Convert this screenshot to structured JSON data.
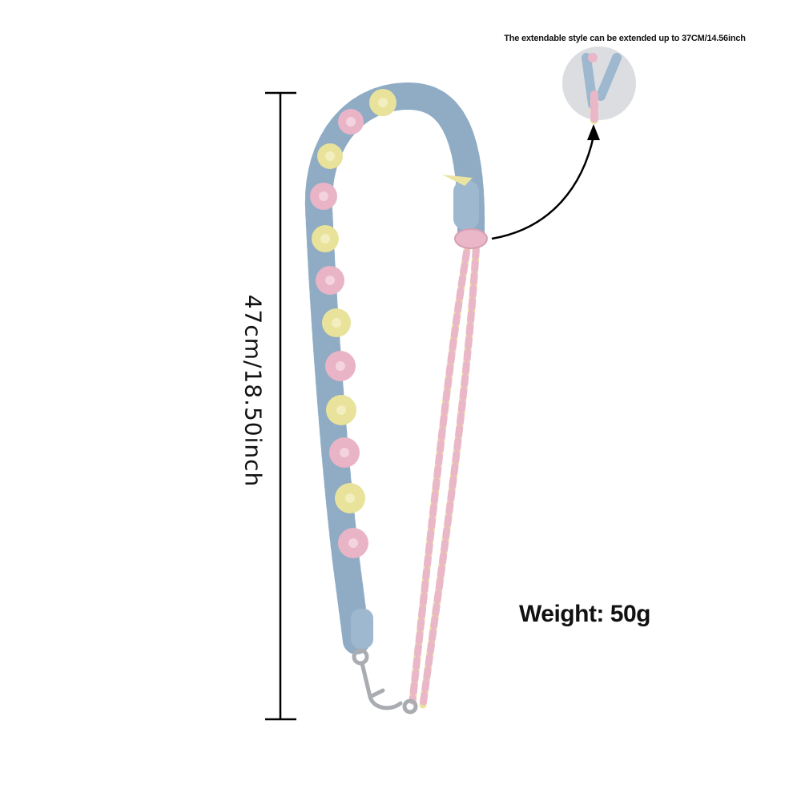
{
  "caption": "The extendable style can be extended up to 37CM/14.56inch",
  "length_label": "47cm/18.50inch",
  "weight_label": "Weight: 50g",
  "colors": {
    "strap_blue": "#9db8cf",
    "flower_pink": "#e9b4c6",
    "flower_yellow": "#e9e29a",
    "cord_pink": "#eab7c9",
    "cord_yellow": "#ebe3a0",
    "metal": "#a9acb1",
    "line": "#000000"
  },
  "icons": [
    "strap-product-image",
    "zoom-detail-image",
    "curved-arrow-icon",
    "clasp-icon"
  ]
}
